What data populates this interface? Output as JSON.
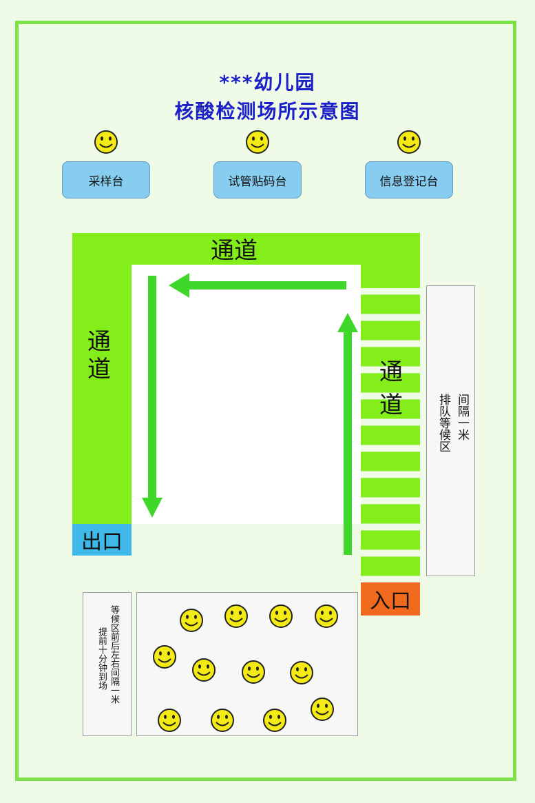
{
  "title": {
    "line1": "***幼儿园",
    "line2": "核酸检测场所示意图"
  },
  "stations": [
    {
      "label": "采样台"
    },
    {
      "label": "试管贴码台"
    },
    {
      "label": "信息登记台"
    }
  ],
  "corridor": {
    "top_label": "通道",
    "left_label": "通道",
    "right_label": "通道"
  },
  "exit_label": "出口",
  "entrance_label": "入口",
  "queue_area": {
    "line1": "排队等候区",
    "line2": "间隔一米"
  },
  "waiting_area": {
    "line1": "等候区前后左右间隔一米",
    "line2": "提前十分钟到场"
  },
  "colors": {
    "corridor": "#84ee1a",
    "arrow": "#3fd82a",
    "exit": "#3fb8ea",
    "entrance": "#f06a1e",
    "desk": "#87cdef",
    "title": "#1a1fc8",
    "face": "#f4ea16"
  },
  "icons": [
    "smiley-icon",
    "arrow-left-icon",
    "arrow-down-icon",
    "arrow-up-icon"
  ],
  "waiting_people_count": 12
}
